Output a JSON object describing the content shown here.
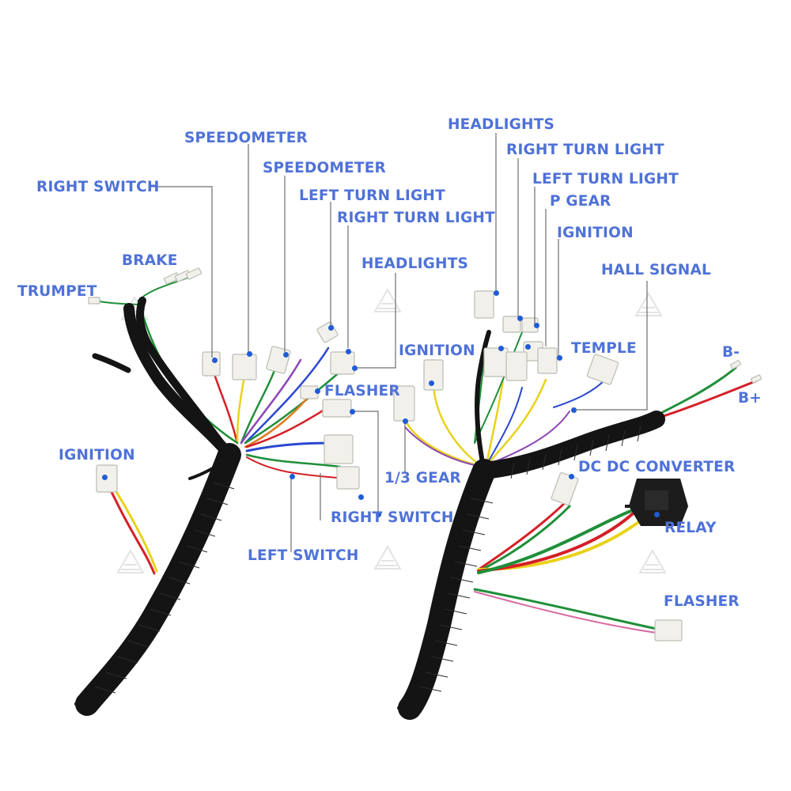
{
  "labels": {
    "speedometer_1": "SPEEDOMETER",
    "speedometer_2": "SPEEDOMETER",
    "right_switch_top": "RIGHT SWITCH",
    "left_turn_light_left": "LEFT TURN LIGHT",
    "right_turn_light_left": "RIGHT TURN LIGHT",
    "brake": "BRAKE",
    "trumpet": "TRUMPET",
    "headlights_left": "HEADLIGHTS",
    "flasher_left": "FLASHER",
    "ignition_mid": "IGNITION",
    "one_third_gear": "1/3 GEAR",
    "right_switch_bottom": "RIGHT SWITCH",
    "left_switch": "LEFT SWITCH",
    "ignition_left": "IGNITION",
    "headlights_right": "HEADLIGHTS",
    "right_turn_light_right": "RIGHT TURN LIGHT",
    "left_turn_light_right": "LEFT TURN LIGHT",
    "p_gear": "P GEAR",
    "ignition_right": "IGNITION",
    "hall_signal": "HALL SIGNAL",
    "temple": "TEMPLE",
    "b_minus": "B-",
    "b_plus": "B+",
    "dc_dc_converter": "DC DC CONVERTER",
    "relay": "RELAY",
    "flasher_right": "FLASHER"
  },
  "colors": {
    "label": "#4f72d8",
    "marker": "#1f5cd6",
    "leader": "#6f6f6f",
    "harness": "#141414",
    "connector": "#f1f0ea",
    "wire_red": "#d51f26",
    "wire_green": "#1f8f3a",
    "wire_yellow": "#e9d21a",
    "wire_purple": "#8c46b4",
    "wire_blue": "#2a48d0"
  },
  "icons": {
    "watermark": "triangle-logo-watermark",
    "connector": "white-plastic-connector",
    "relay": "black-relay-icon"
  }
}
